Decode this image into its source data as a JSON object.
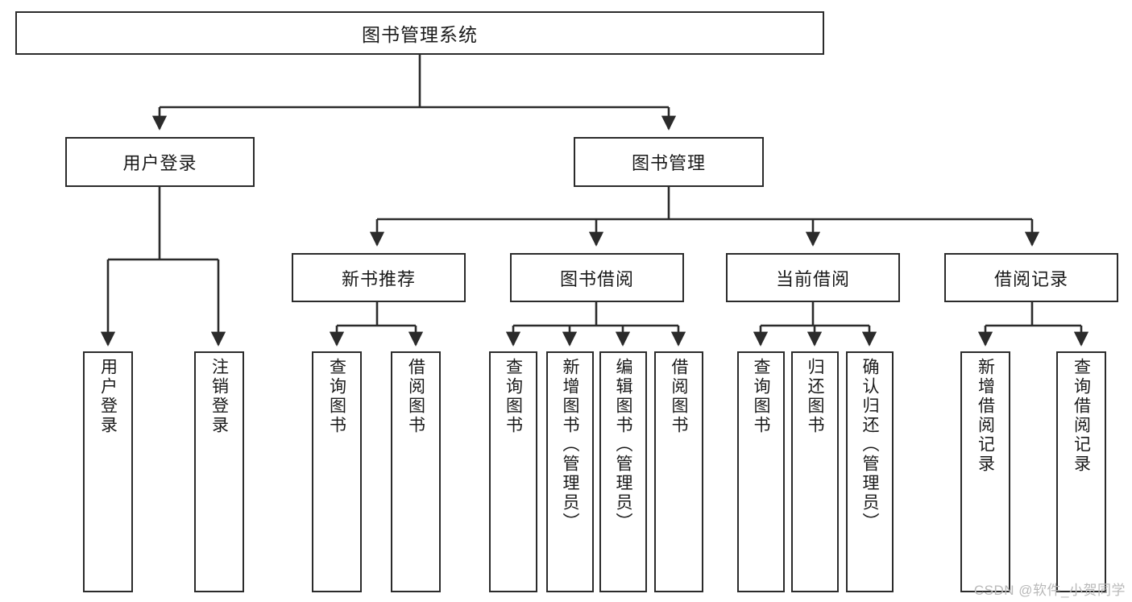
{
  "diagram": {
    "title": "图书管理系统",
    "type": "tree",
    "root": {
      "label": "图书管理系统"
    },
    "level2": [
      {
        "label": "用户登录"
      },
      {
        "label": "图书管理"
      }
    ],
    "level3": [
      {
        "label": "新书推荐"
      },
      {
        "label": "图书借阅"
      },
      {
        "label": "当前借阅"
      },
      {
        "label": "借阅记录"
      }
    ],
    "leaves": [
      {
        "label": "用户登录"
      },
      {
        "label": "注销登录"
      },
      {
        "label": "查询图书"
      },
      {
        "label": "借阅图书"
      },
      {
        "label": "查询图书"
      },
      {
        "label": "新增图书（管理员）"
      },
      {
        "label": "编辑图书（管理员）"
      },
      {
        "label": "借阅图书"
      },
      {
        "label": "查询图书"
      },
      {
        "label": "归还图书"
      },
      {
        "label": "确认归还（管理员）"
      },
      {
        "label": "新增借阅记录"
      },
      {
        "label": "查询借阅记录"
      }
    ],
    "colors": {
      "stroke": "#2b2b2b",
      "fill": "#ffffff",
      "text": "#1a1a1a",
      "watermark": "#b9b9b9"
    }
  },
  "watermark": {
    "text": "CSDN @软件_小贺同学"
  }
}
